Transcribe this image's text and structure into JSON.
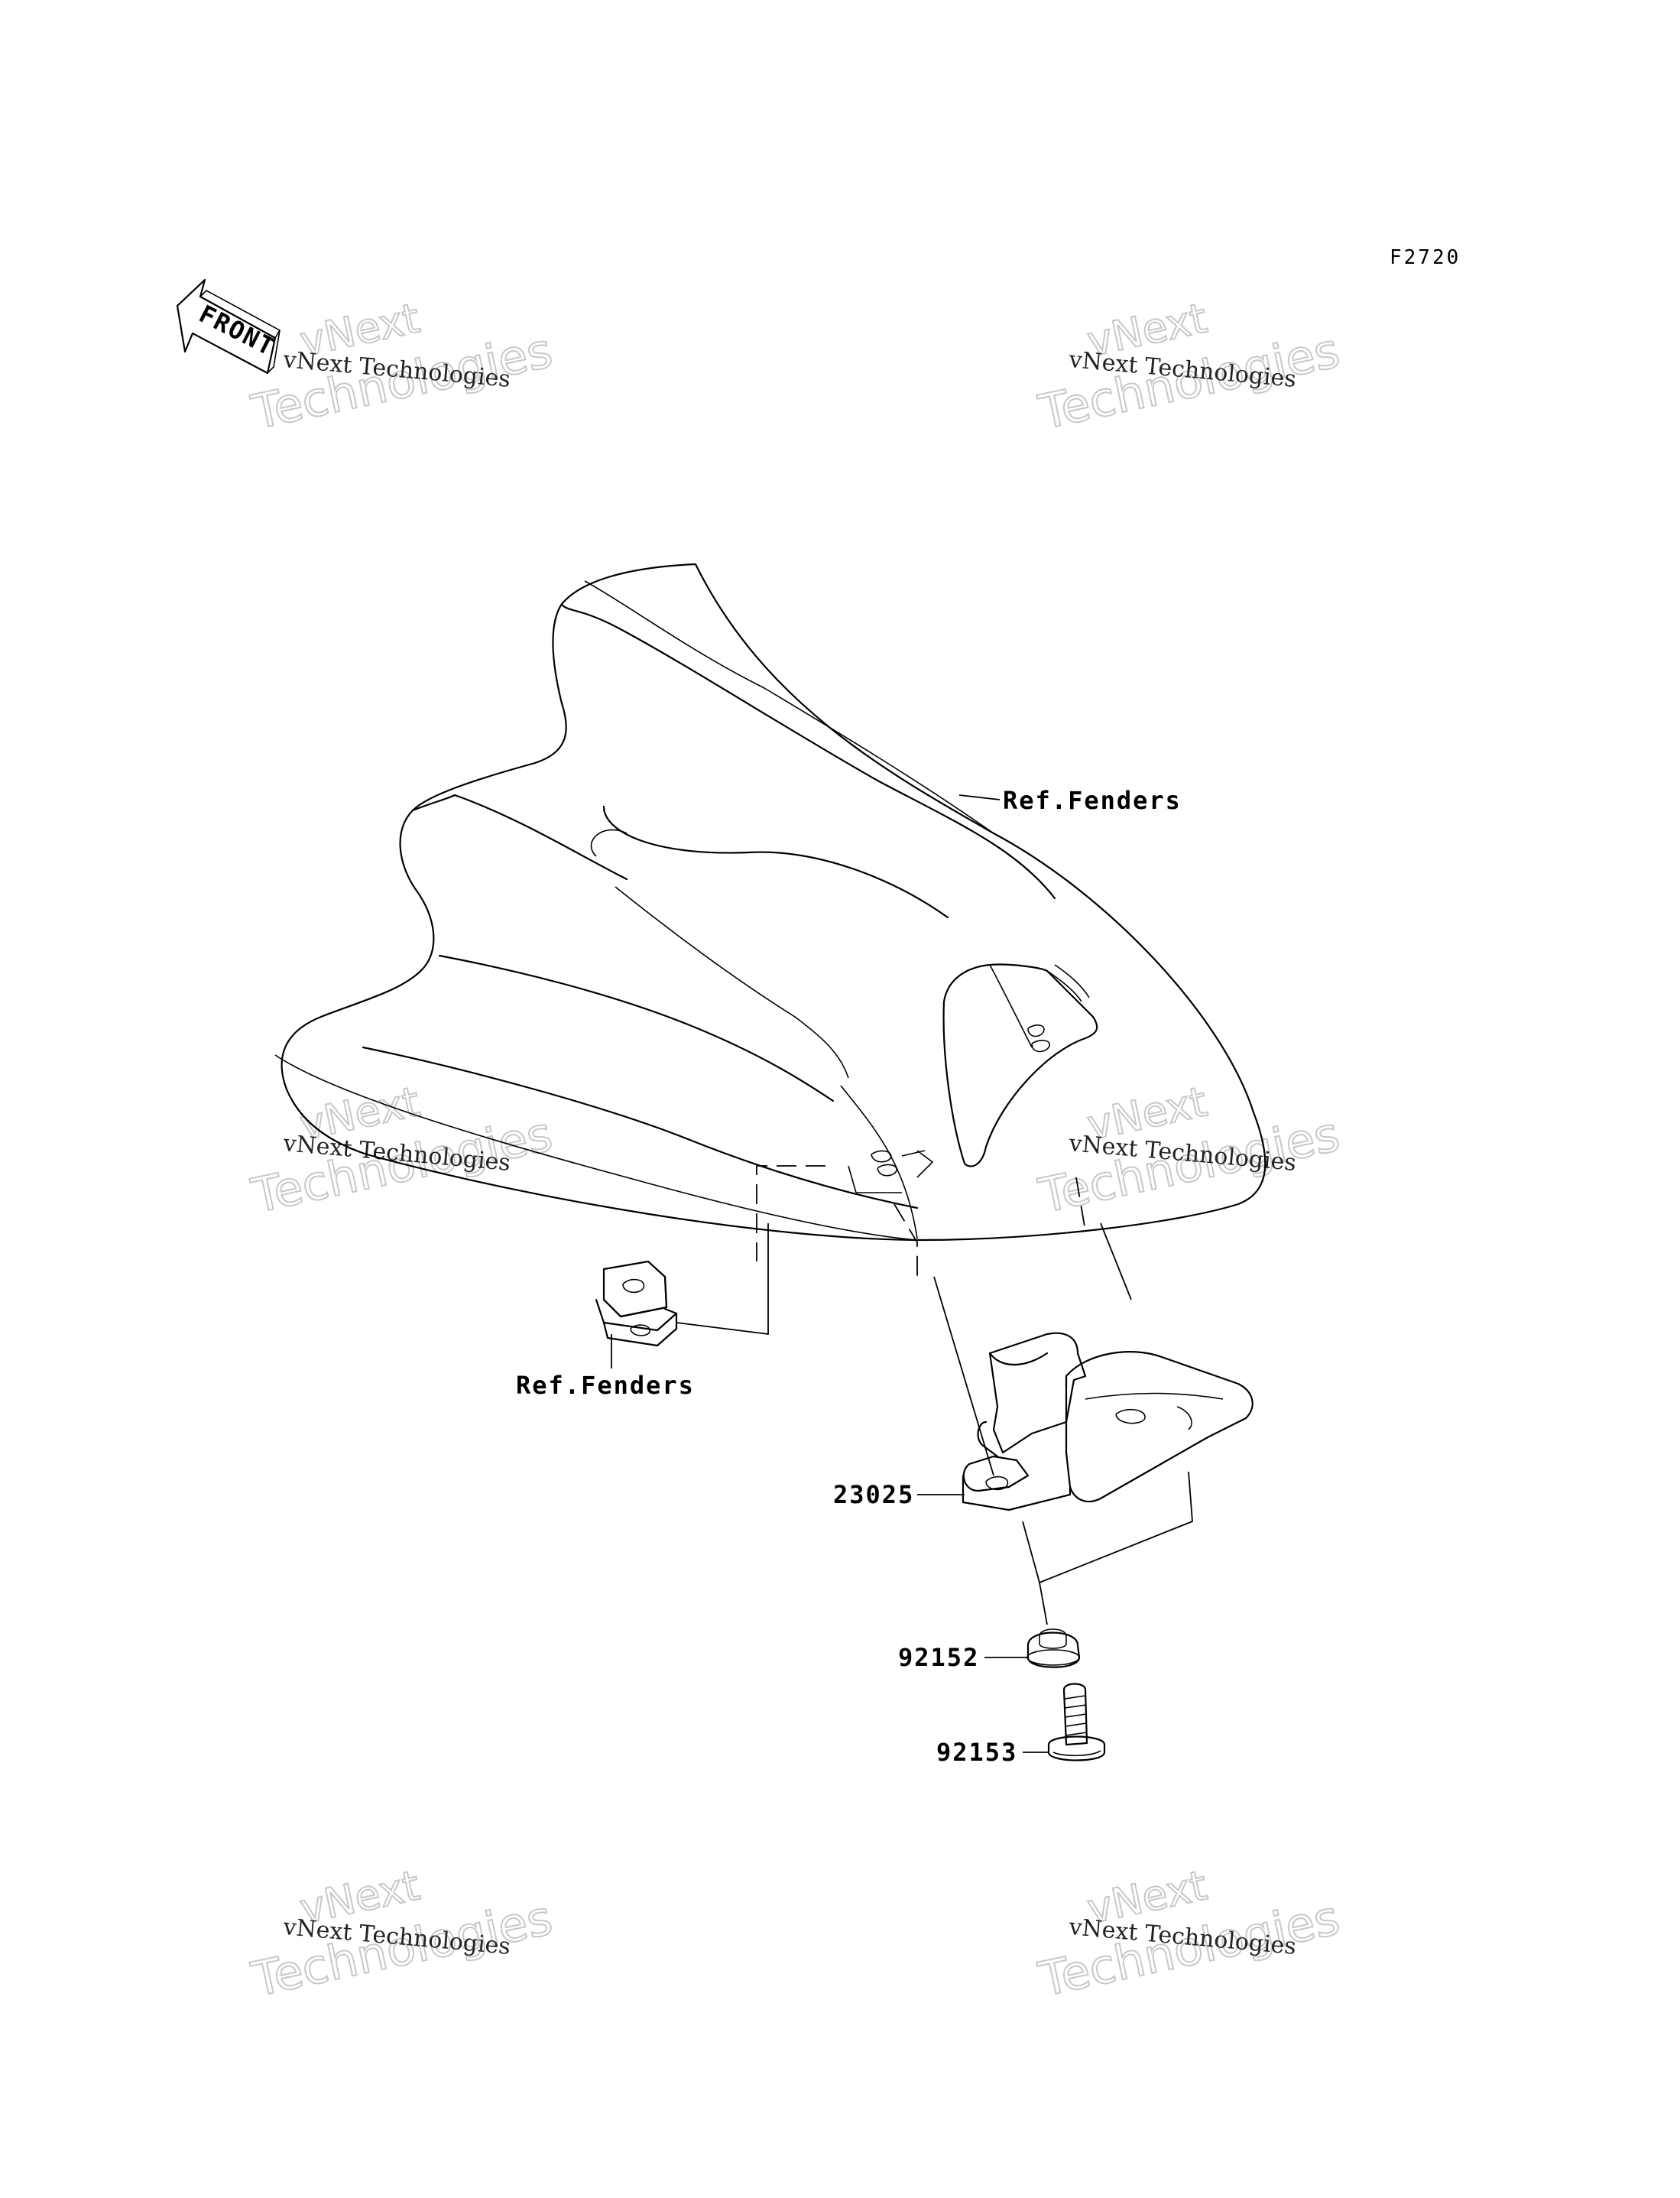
{
  "diagram_code": "F2720",
  "front_arrow_text": "FRONT",
  "watermark": {
    "line1": "vNext Technologies",
    "big_line1": "vNext",
    "big_line2": "Technologies"
  },
  "callouts": {
    "ref_fenders_top": "Ref.Fenders",
    "ref_fenders_left": "Ref.Fenders",
    "part_23025": "23025",
    "part_92152": "92152",
    "part_92153": "92153"
  }
}
